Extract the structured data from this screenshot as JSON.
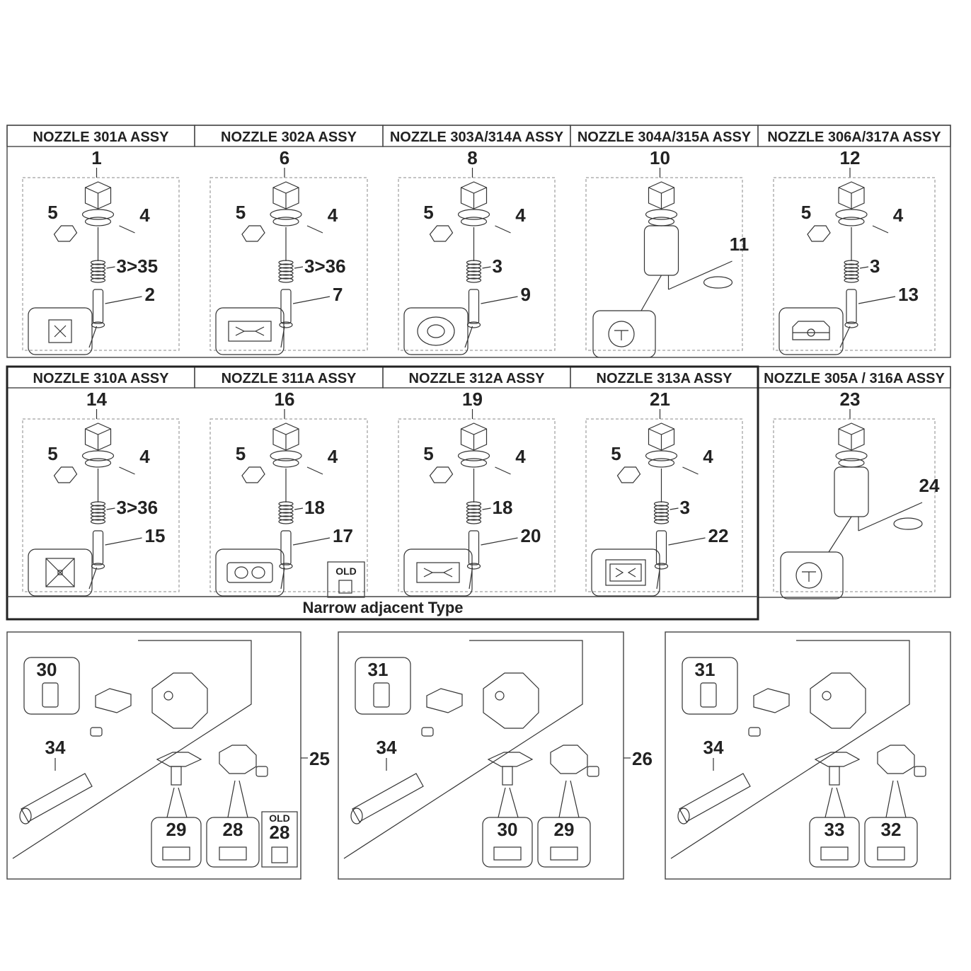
{
  "colors": {
    "line": "#333333",
    "frame": "#444444",
    "dash": "#888888",
    "part_fill": "#e6e6e6",
    "text": "#222222"
  },
  "row1": [
    {
      "title": "NOZZLE 301A  ASSY",
      "assy": "1",
      "left": "5",
      "right": "4",
      "spring": "3>35",
      "tip": "2",
      "icon": "x-icon"
    },
    {
      "title": "NOZZLE 302A  ASSY",
      "assy": "6",
      "left": "5",
      "right": "4",
      "spring": "3>36",
      "tip": "7",
      "icon": "wide-x-icon"
    },
    {
      "title": "NOZZLE 303A/314A  ASSY",
      "assy": "8",
      "left": "5",
      "right": "4",
      "spring": "3",
      "tip": "9",
      "icon": "oval-icon"
    },
    {
      "title": "NOZZLE  304A/315A  ASSY",
      "assy": "10",
      "ring": "11",
      "icon": "round-t-icon"
    },
    {
      "title": "NOZZLE  306A/317A  ASSY",
      "assy": "12",
      "left": "5",
      "right": "4",
      "spring": "3",
      "tip": "13",
      "icon": "slot-icon"
    }
  ],
  "row2": [
    {
      "title": "NOZZLE 310A  ASSY",
      "assy": "14",
      "left": "5",
      "right": "4",
      "spring": "3>36",
      "tip": "15",
      "icon": "pyramid-icon"
    },
    {
      "title": "NOZZLE  311A  ASSY",
      "assy": "16",
      "left": "5",
      "right": "4",
      "spring": "18",
      "tip": "17",
      "icon": "double-circle-icon",
      "old_label": "OLD"
    },
    {
      "title": "NOZZLE  312A  ASSY",
      "assy": "19",
      "left": "5",
      "right": "4",
      "spring": "18",
      "tip": "20",
      "icon": "wide-x-icon"
    },
    {
      "title": "NOZZLE  313A  ASSY",
      "assy": "21",
      "left": "5",
      "right": "4",
      "spring": "3",
      "tip": "22",
      "icon": "framed-x-icon"
    },
    {
      "title": "NOZZLE  305A / 316A  ASSY",
      "assy": "23",
      "ring": "24",
      "icon": "ring-icon"
    }
  ],
  "narrow_label": "Narrow adjacent Type",
  "heads": [
    {
      "assy": "25",
      "top": "30",
      "pin": "34",
      "center": "29",
      "right": "28",
      "old_label": "OLD",
      "old_num": "28"
    },
    {
      "assy": "26",
      "top": "31",
      "pin": "34",
      "center": "30",
      "right": "29"
    },
    {
      "top": "31",
      "pin": "34",
      "center": "33",
      "right": "32"
    }
  ]
}
